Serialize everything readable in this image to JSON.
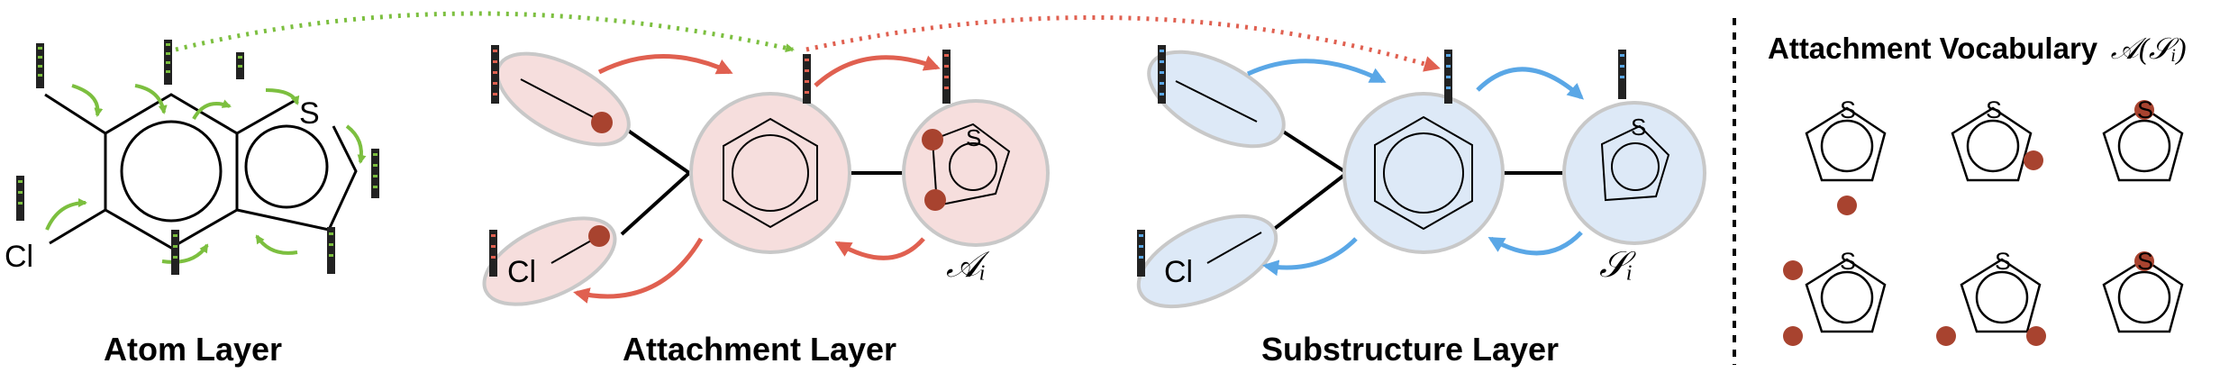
{
  "layers": {
    "atom": "Atom Layer",
    "attachment": "Attachment Layer",
    "substructure": "Substructure Layer"
  },
  "atoms": {
    "sulfur": "S",
    "chlorine": "Cl"
  },
  "math": {
    "attachment_symbol": "𝒜ᵢ",
    "substructure_symbol": "𝒮ᵢ"
  },
  "vocabulary": {
    "title_text": "Attachment Vocabulary",
    "title_math": "𝒜(𝒮ᵢ)",
    "atom_label": "S"
  },
  "colors": {
    "green": "#7cbf3f",
    "red": "#e06050",
    "blue": "#5aa7e6",
    "red_fill": "#f6dedd",
    "blue_fill": "#dde9f7",
    "node_dot": "#a8432f",
    "node_outline": "#c8c8c8"
  }
}
